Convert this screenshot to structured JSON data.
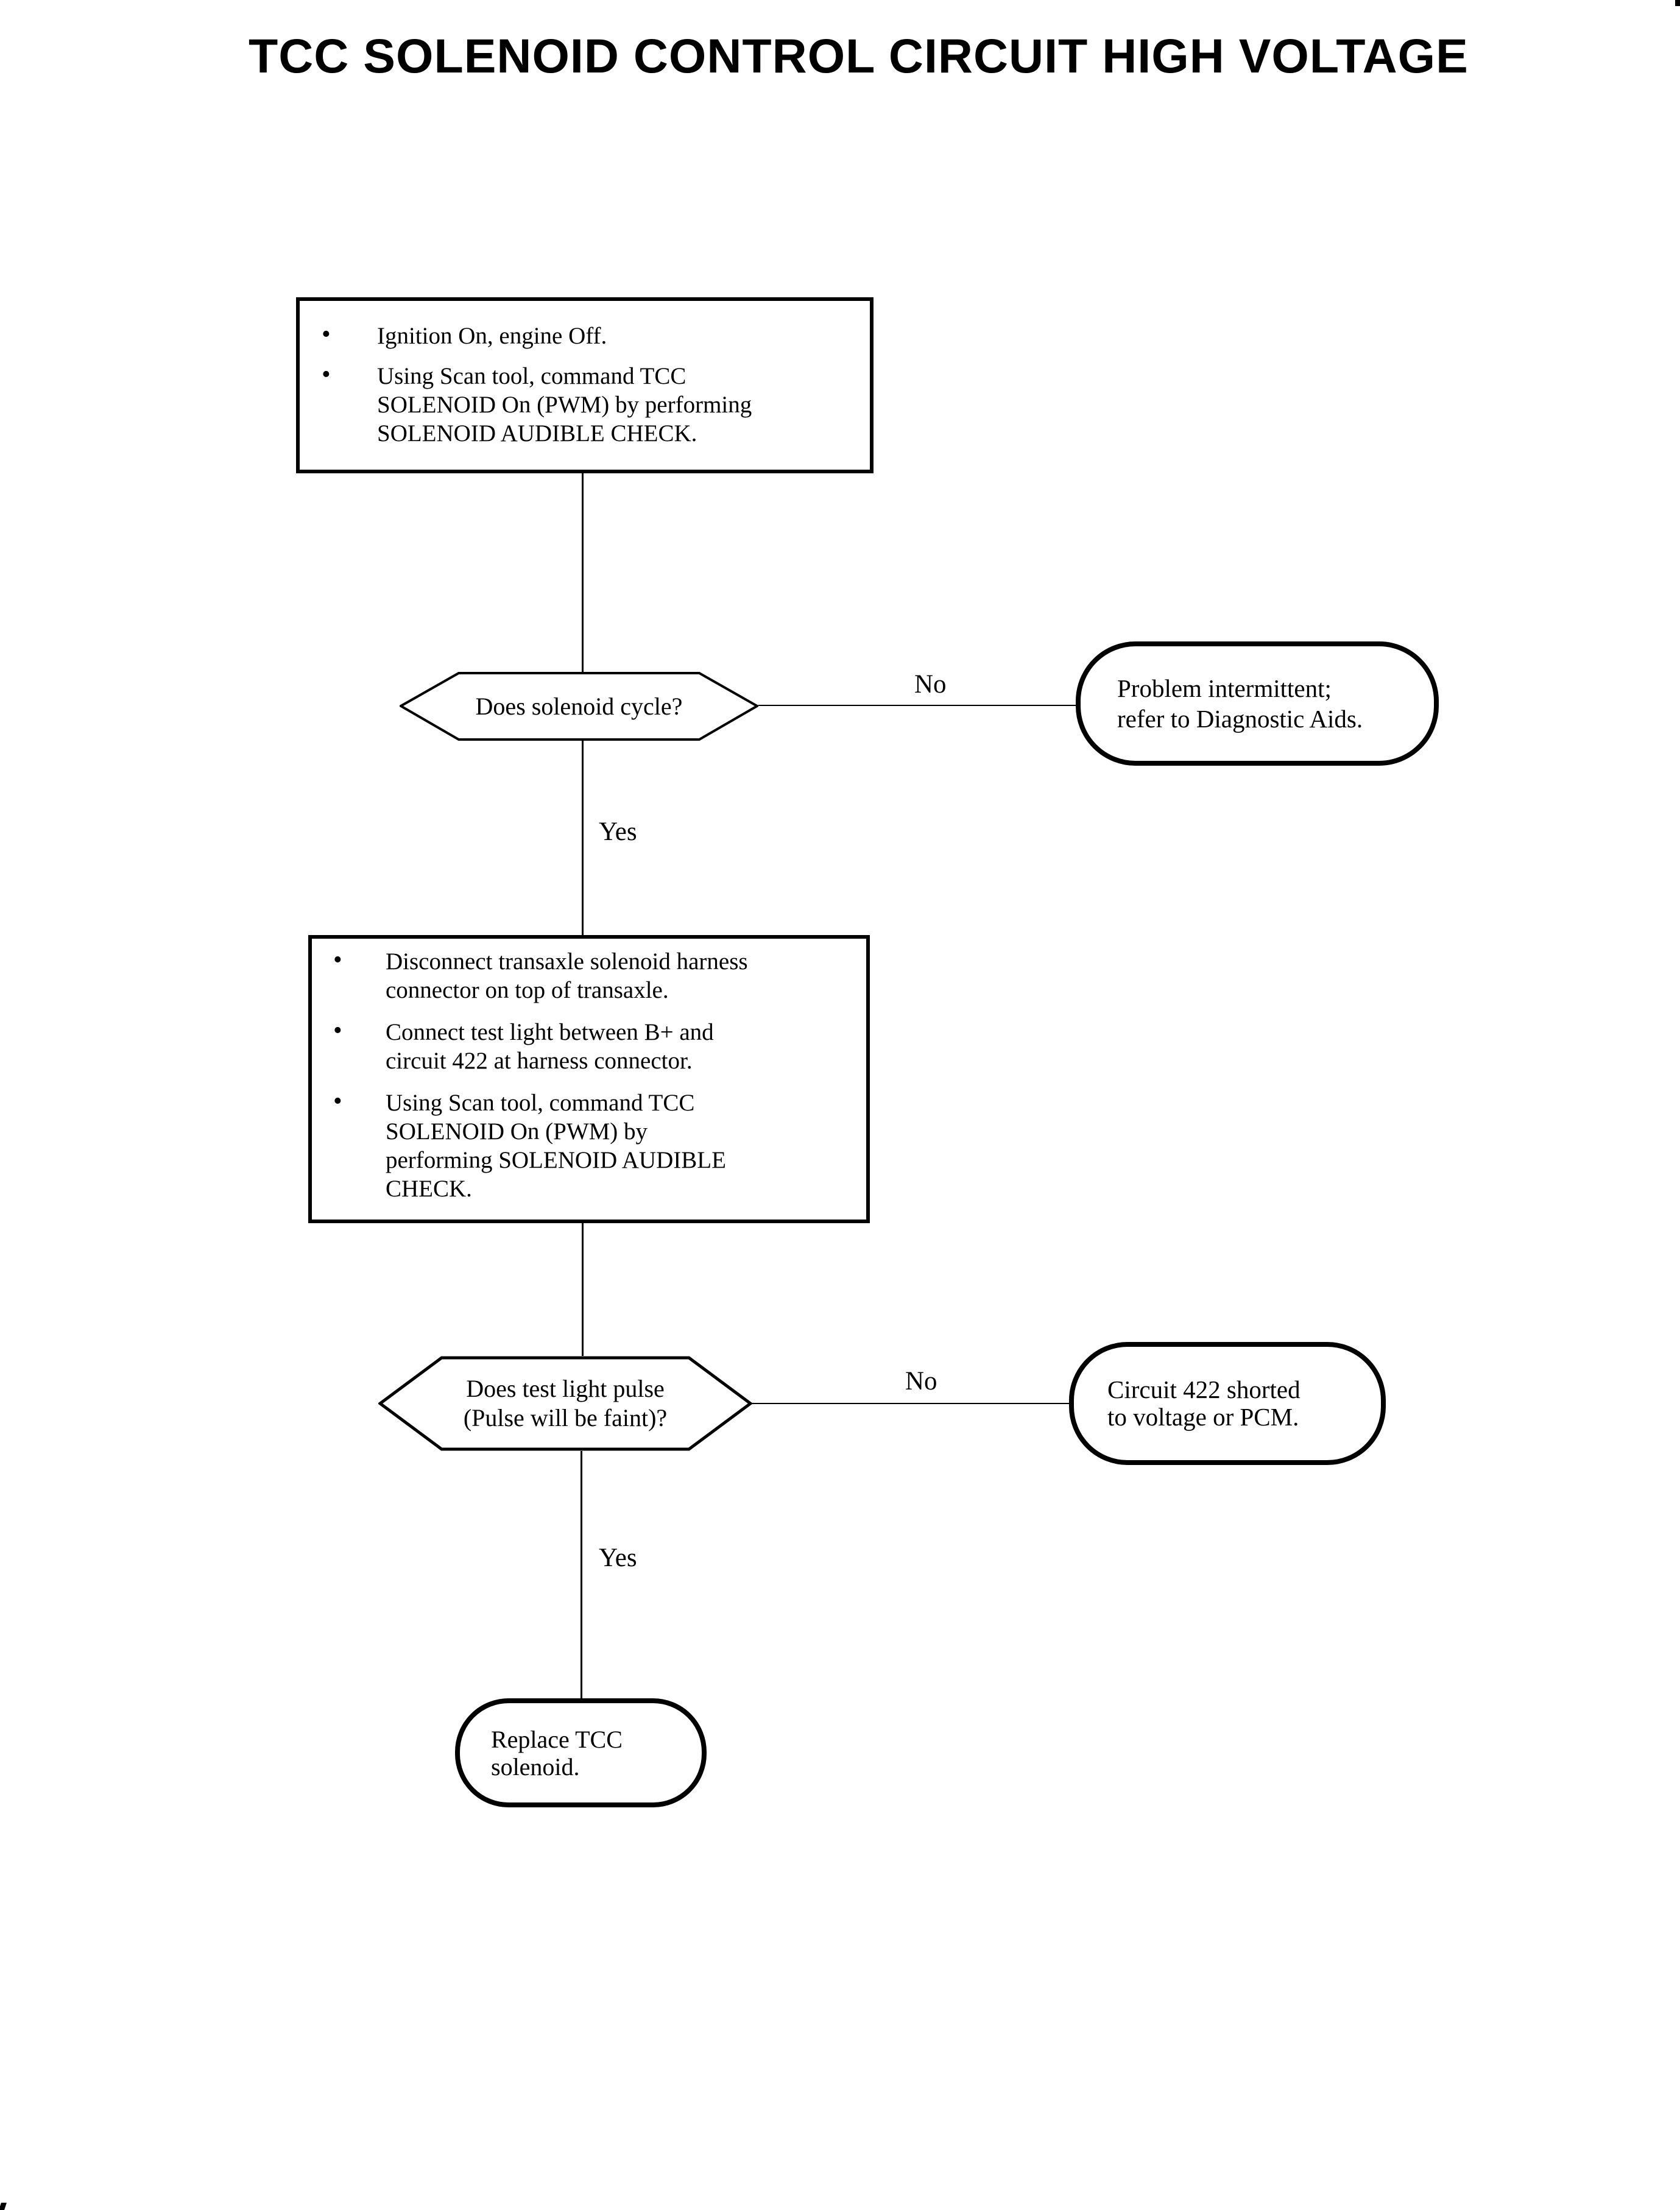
{
  "title": "TCC SOLENOID CONTROL CIRCUIT HIGH VOLTAGE",
  "glyphs": {
    "bullet": "•"
  },
  "colors": {
    "ink": "#000000",
    "paper": "#ffffff"
  },
  "flow": {
    "step1": {
      "items": [
        {
          "lines": [
            "Ignition On, engine Off."
          ]
        },
        {
          "lines": [
            "Using Scan tool, command TCC",
            "SOLENOID On (PWM) by performing",
            "SOLENOID AUDIBLE CHECK."
          ]
        }
      ]
    },
    "decision1": {
      "question": "Does solenoid cycle?",
      "no_label": "No",
      "yes_label": "Yes"
    },
    "terminal_no1": {
      "lines": [
        "Problem intermittent;",
        "refer to Diagnostic Aids."
      ]
    },
    "step2": {
      "items": [
        {
          "lines": [
            "Disconnect transaxle solenoid harness",
            "connector on top of transaxle."
          ]
        },
        {
          "lines": [
            "Connect test light between B+ and",
            "circuit 422 at harness connector."
          ]
        },
        {
          "lines": [
            "Using Scan tool, command TCC",
            "SOLENOID On (PWM) by",
            "performing SOLENOID AUDIBLE",
            "CHECK."
          ]
        }
      ]
    },
    "decision2": {
      "question_lines": [
        "Does test light pulse",
        "(Pulse will be faint)?"
      ],
      "no_label": "No",
      "yes_label": "Yes"
    },
    "terminal_no2": {
      "lines": [
        "Circuit 422 shorted",
        "to voltage or PCM."
      ]
    },
    "terminal_yes": {
      "lines": [
        "Replace TCC",
        "solenoid."
      ]
    }
  }
}
